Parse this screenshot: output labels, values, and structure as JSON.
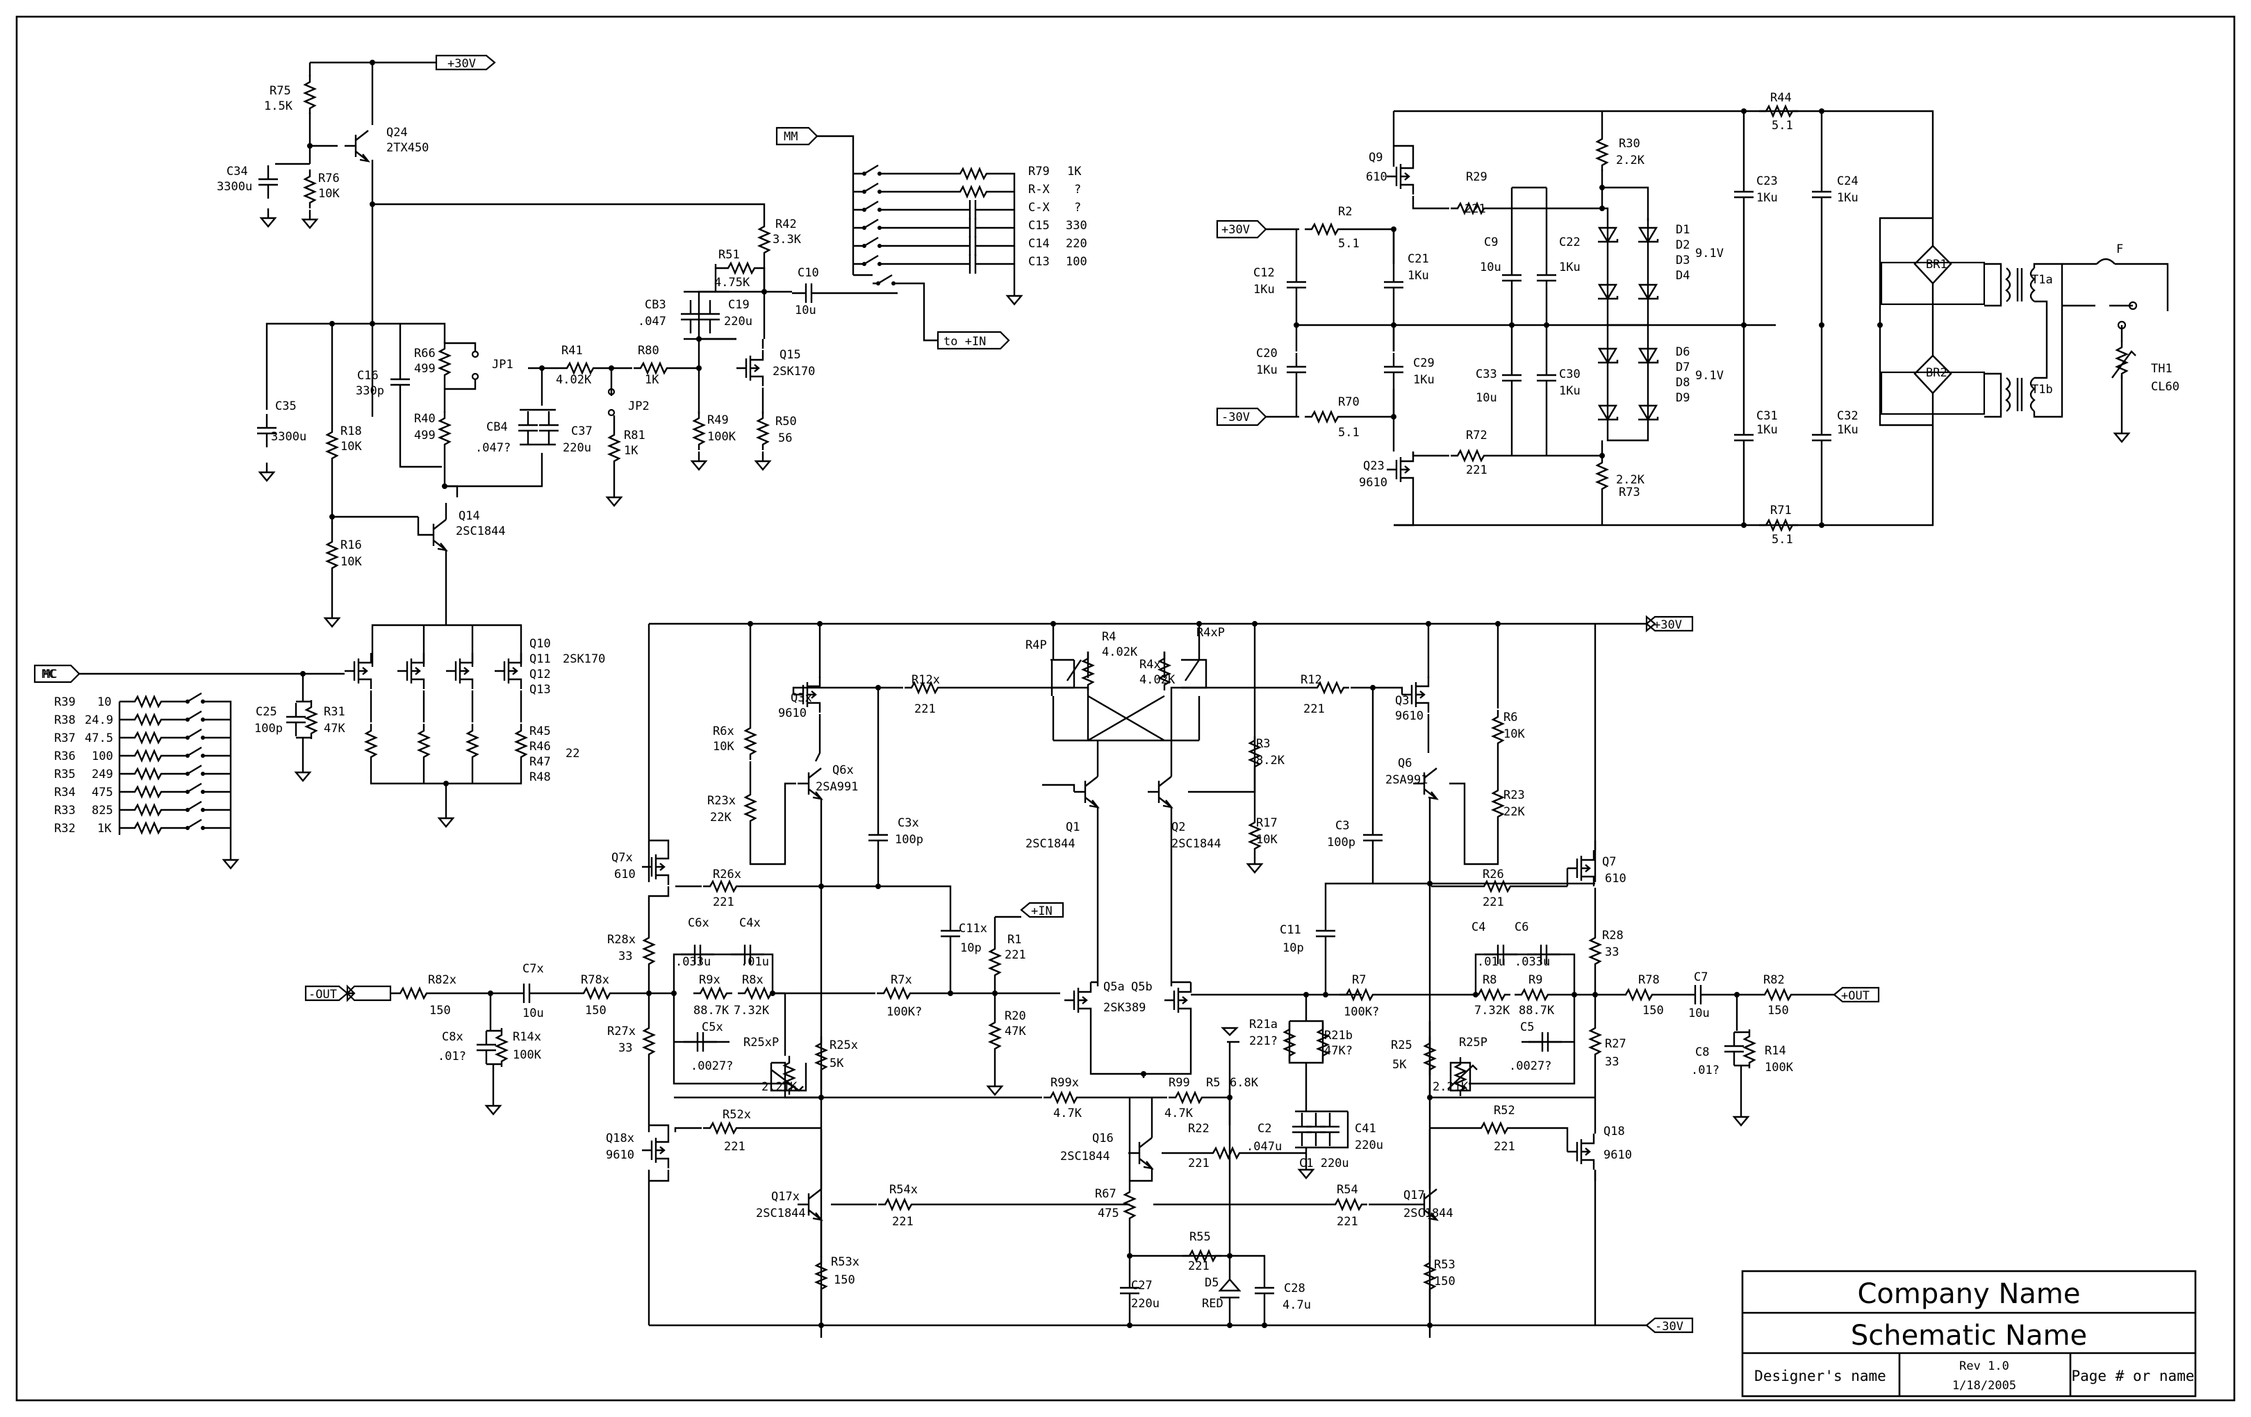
{
  "title_block": {
    "company": "Company Name",
    "schematic": "Schematic Name",
    "designer": "Designer's name",
    "rev": "Rev 1.0",
    "date": "1/18/2005",
    "page": "Page # or name"
  },
  "ports": {
    "p30_top": "+30V",
    "mm": "MM",
    "to_in": "to +IN",
    "mc": "MC",
    "p30_ps": "+30V",
    "n30_ps": "-30V",
    "p30_amp": "+30V",
    "n30_amp": "-30V",
    "in_amp": "+IN",
    "out_neg": "-OUT",
    "out_pos": "+OUT"
  },
  "labels": [
    [
      "R75",
      388,
      136
    ],
    [
      "1.5K",
      380,
      158
    ],
    [
      "Q24",
      556,
      196
    ],
    [
      "2TX450",
      556,
      218
    ],
    [
      "C34",
      326,
      252
    ],
    [
      "3300u",
      312,
      274
    ],
    [
      "R76",
      458,
      262
    ],
    [
      "10K",
      458,
      284
    ],
    [
      "R42",
      1116,
      328
    ],
    [
      "3.3K",
      1112,
      350
    ],
    [
      "R51",
      1034,
      372
    ],
    [
      "4.75K",
      1028,
      412
    ],
    [
      "C10",
      1148,
      398
    ],
    [
      "10u",
      1144,
      452
    ],
    [
      "CB3",
      928,
      444
    ],
    [
      ".047",
      918,
      468
    ],
    [
      "C19",
      1048,
      444
    ],
    [
      "220u",
      1042,
      468
    ],
    [
      "R79",
      1480,
      252
    ],
    [
      "1K",
      1536,
      252
    ],
    [
      "R-X",
      1480,
      278
    ],
    [
      "?",
      1546,
      278
    ],
    [
      "C-X",
      1480,
      304
    ],
    [
      "?",
      1546,
      304
    ],
    [
      "C15",
      1480,
      330
    ],
    [
      "330",
      1534,
      330
    ],
    [
      "C14",
      1480,
      356
    ],
    [
      "220",
      1534,
      356
    ],
    [
      "C13",
      1480,
      382
    ],
    [
      "100",
      1534,
      382
    ],
    [
      "C16",
      514,
      546
    ],
    [
      "330p",
      512,
      568
    ],
    [
      "R66",
      596,
      514
    ],
    [
      "499",
      596,
      536
    ],
    [
      "JP1",
      708,
      530
    ],
    [
      "R41",
      808,
      510
    ],
    [
      "4.02K",
      800,
      552
    ],
    [
      "R80",
      918,
      510
    ],
    [
      "1K",
      928,
      552
    ],
    [
      "JP2",
      904,
      590
    ],
    [
      "R81",
      898,
      632
    ],
    [
      "1K",
      898,
      654
    ],
    [
      "C35",
      396,
      590
    ],
    [
      "3300u",
      390,
      634
    ],
    [
      "R18",
      490,
      626
    ],
    [
      "10K",
      490,
      648
    ],
    [
      "R40",
      596,
      608
    ],
    [
      "499",
      596,
      632
    ],
    [
      "CB4",
      700,
      620
    ],
    [
      ".047?",
      684,
      650
    ],
    [
      "C37",
      822,
      626
    ],
    [
      "220u",
      810,
      650
    ],
    [
      "R49",
      1018,
      610
    ],
    [
      "100K",
      1018,
      634
    ],
    [
      "Q15",
      1122,
      516
    ],
    [
      "2SK170",
      1112,
      540
    ],
    [
      "R50",
      1116,
      612
    ],
    [
      "56",
      1120,
      636
    ],
    [
      "Q14",
      660,
      748
    ],
    [
      "2SC1844",
      656,
      770
    ],
    [
      "R16",
      490,
      790
    ],
    [
      "10K",
      490,
      814
    ],
    [
      "MC",
      62,
      976
    ],
    [
      "Q10",
      762,
      932
    ],
    [
      "Q11",
      762,
      954
    ],
    [
      "Q12",
      762,
      976
    ],
    [
      "Q13",
      762,
      998
    ],
    [
      "2SK170",
      810,
      954
    ],
    [
      "C25",
      368,
      1030
    ],
    [
      "100p",
      366,
      1054
    ],
    [
      "R31",
      466,
      1030
    ],
    [
      "47K",
      466,
      1054
    ],
    [
      "R45",
      762,
      1058
    ],
    [
      "R46",
      762,
      1080
    ],
    [
      "R47",
      762,
      1102
    ],
    [
      "R48",
      762,
      1124
    ],
    [
      "22",
      814,
      1090
    ],
    [
      "R39",
      78,
      1016
    ],
    [
      "10",
      140,
      1016
    ],
    [
      "R38",
      78,
      1042
    ],
    [
      "24.9",
      122,
      1042
    ],
    [
      "R37",
      78,
      1068
    ],
    [
      "47.5",
      122,
      1068
    ],
    [
      "R36",
      78,
      1094
    ],
    [
      "100",
      132,
      1094
    ],
    [
      "R35",
      78,
      1120
    ],
    [
      "249",
      132,
      1120
    ],
    [
      "R34",
      78,
      1146
    ],
    [
      "475",
      132,
      1146
    ],
    [
      "R33",
      78,
      1172
    ],
    [
      "825",
      132,
      1172
    ],
    [
      "R32",
      78,
      1198
    ],
    [
      "1K",
      140,
      1198
    ],
    [
      "R44",
      2548,
      146
    ],
    [
      "5.1",
      2550,
      186
    ],
    [
      "Q9",
      1970,
      232
    ],
    [
      "610",
      1966,
      260
    ],
    [
      "R29",
      2110,
      260
    ],
    [
      "221",
      2108,
      306
    ],
    [
      "R30",
      2330,
      212
    ],
    [
      "2.2K",
      2326,
      236
    ],
    [
      "C23",
      2528,
      266
    ],
    [
      "1Ku",
      2528,
      290
    ],
    [
      "C24",
      2644,
      266
    ],
    [
      "1Ku",
      2644,
      290
    ],
    [
      "R2",
      1926,
      310
    ],
    [
      "5.1",
      1926,
      356
    ],
    [
      "C21",
      2026,
      378
    ],
    [
      "1Ku",
      2026,
      402
    ],
    [
      "C9",
      2136,
      354
    ],
    [
      "10u",
      2130,
      390
    ],
    [
      "C22",
      2244,
      354
    ],
    [
      "1Ku",
      2244,
      390
    ],
    [
      "D1",
      2412,
      336
    ],
    [
      "D2",
      2412,
      358
    ],
    [
      "D3",
      2412,
      380
    ],
    [
      "D4",
      2412,
      402
    ],
    [
      "9.1V",
      2440,
      370
    ],
    [
      "C12",
      1804,
      398
    ],
    [
      "1Ku",
      1804,
      422
    ],
    [
      "BR1",
      2772,
      386
    ],
    [
      "T1a",
      2924,
      408
    ],
    [
      "F",
      3046,
      364
    ],
    [
      "C20",
      1808,
      514
    ],
    [
      "1Ku",
      1808,
      538
    ],
    [
      "C29",
      2034,
      528
    ],
    [
      "1Ku",
      2034,
      552
    ],
    [
      "C33",
      2124,
      544
    ],
    [
      "10u",
      2124,
      578
    ],
    [
      "C30",
      2244,
      544
    ],
    [
      "1Ku",
      2244,
      568
    ],
    [
      "D6",
      2412,
      512
    ],
    [
      "D7",
      2412,
      534
    ],
    [
      "D8",
      2412,
      556
    ],
    [
      "D9",
      2412,
      578
    ],
    [
      "9.1V",
      2440,
      546
    ],
    [
      "BR2",
      2772,
      542
    ],
    [
      "T1b",
      2924,
      566
    ],
    [
      "TH1",
      3096,
      536
    ],
    [
      "CL60",
      3096,
      562
    ],
    [
      "R70",
      1926,
      584
    ],
    [
      "5.1",
      1926,
      628
    ],
    [
      "C31",
      2528,
      604
    ],
    [
      "1Ku",
      2528,
      624
    ],
    [
      "C32",
      2644,
      604
    ],
    [
      "1Ku",
      2644,
      624
    ],
    [
      "Q23",
      1962,
      676
    ],
    [
      "9610",
      1956,
      700
    ],
    [
      "R72",
      2110,
      632
    ],
    [
      "221",
      2110,
      682
    ],
    [
      "2.2K",
      2326,
      696
    ],
    [
      "R73",
      2330,
      714
    ],
    [
      "R71",
      2548,
      740
    ],
    [
      "5.1",
      2550,
      782
    ],
    [
      "R4P",
      1476,
      934
    ],
    [
      "R4",
      1586,
      922
    ],
    [
      "4.02K",
      1586,
      944
    ],
    [
      "R4xP",
      1722,
      916
    ],
    [
      "R4x",
      1640,
      962
    ],
    [
      "4.02K",
      1640,
      984
    ],
    [
      "R12x",
      1312,
      984
    ],
    [
      "221",
      1316,
      1026
    ],
    [
      "R12",
      1872,
      984
    ],
    [
      "221",
      1876,
      1026
    ],
    [
      "Q3x",
      1138,
      1010
    ],
    [
      "9610",
      1120,
      1032
    ],
    [
      "Q3",
      2008,
      1014
    ],
    [
      "9610",
      2008,
      1036
    ],
    [
      "R6x",
      1026,
      1058
    ],
    [
      "10K",
      1026,
      1080
    ],
    [
      "R6",
      2164,
      1038
    ],
    [
      "10K",
      2164,
      1062
    ],
    [
      "Q6x",
      1198,
      1114
    ],
    [
      "2SA991",
      1174,
      1138
    ],
    [
      "Q6",
      2012,
      1104
    ],
    [
      "2SA991",
      1994,
      1128
    ],
    [
      "R3",
      1808,
      1076
    ],
    [
      "8.2K",
      1808,
      1100
    ],
    [
      "R23x",
      1018,
      1158
    ],
    [
      "22K",
      1022,
      1182
    ],
    [
      "R23",
      2164,
      1150
    ],
    [
      "22K",
      2164,
      1174
    ],
    [
      "Q1",
      1534,
      1196
    ],
    [
      "2SC1844",
      1476,
      1220
    ],
    [
      "Q2",
      1686,
      1196
    ],
    [
      "2SC1844",
      1686,
      1220
    ],
    [
      "R17",
      1808,
      1190
    ],
    [
      "10K",
      1808,
      1214
    ],
    [
      "C3x",
      1292,
      1190
    ],
    [
      "100p",
      1288,
      1214
    ],
    [
      "C3",
      1922,
      1194
    ],
    [
      "100p",
      1910,
      1218
    ],
    [
      "Q7x",
      880,
      1240
    ],
    [
      "610",
      884,
      1264
    ],
    [
      "Q7",
      2306,
      1246
    ],
    [
      "610",
      2310,
      1270
    ],
    [
      "R26x",
      1026,
      1264
    ],
    [
      "221",
      1026,
      1304
    ],
    [
      "R26",
      2134,
      1264
    ],
    [
      "221",
      2134,
      1304
    ],
    [
      "C6x",
      990,
      1334
    ],
    [
      ".033u",
      972,
      1390
    ],
    [
      "C4x",
      1064,
      1334
    ],
    [
      ".01u",
      1066,
      1390
    ],
    [
      "C4",
      2118,
      1340
    ],
    [
      ".01u",
      2126,
      1390
    ],
    [
      "C6",
      2180,
      1340
    ],
    [
      ".033u",
      2180,
      1390
    ],
    [
      "R28x",
      874,
      1358
    ],
    [
      "33",
      890,
      1382
    ],
    [
      "R28",
      2306,
      1352
    ],
    [
      "33",
      2310,
      1376
    ],
    [
      "C11x",
      1380,
      1342
    ],
    [
      "10p",
      1382,
      1370
    ],
    [
      "R1",
      1450,
      1358
    ],
    [
      "221",
      1446,
      1380
    ],
    [
      "C11",
      1842,
      1344
    ],
    [
      "10p",
      1846,
      1370
    ],
    [
      "R82x",
      616,
      1416
    ],
    [
      "150",
      618,
      1460
    ],
    [
      "C7x",
      752,
      1400
    ],
    [
      "10u",
      752,
      1464
    ],
    [
      "R78x",
      836,
      1416
    ],
    [
      "150",
      842,
      1460
    ],
    [
      "R9x",
      1006,
      1416
    ],
    [
      "88.7K",
      998,
      1460
    ],
    [
      "R8x",
      1068,
      1416
    ],
    [
      "7.32K",
      1056,
      1460
    ],
    [
      "R7x",
      1282,
      1416
    ],
    [
      "100K?",
      1276,
      1462
    ],
    [
      "Q5a",
      1588,
      1426
    ],
    [
      "Q5b",
      1628,
      1426
    ],
    [
      "2SK389",
      1588,
      1456
    ],
    [
      "R7",
      1946,
      1416
    ],
    [
      "100K?",
      1934,
      1462
    ],
    [
      "R8",
      2134,
      1416
    ],
    [
      "7.32K",
      2122,
      1460
    ],
    [
      "R9",
      2200,
      1416
    ],
    [
      "88.7K",
      2186,
      1460
    ],
    [
      "R78",
      2358,
      1416
    ],
    [
      "150",
      2364,
      1460
    ],
    [
      "C7",
      2438,
      1412
    ],
    [
      "10u",
      2430,
      1464
    ],
    [
      "R82",
      2538,
      1416
    ],
    [
      "150",
      2544,
      1460
    ],
    [
      "R20",
      1446,
      1468
    ],
    [
      "47K",
      1446,
      1490
    ],
    [
      "R27x",
      874,
      1490
    ],
    [
      "33",
      890,
      1514
    ],
    [
      "C5x",
      1010,
      1484
    ],
    [
      ".0027?",
      994,
      1540
    ],
    [
      "C8x",
      636,
      1498
    ],
    [
      ".01?",
      630,
      1526
    ],
    [
      "R14x",
      738,
      1498
    ],
    [
      "100K",
      738,
      1524
    ],
    [
      "R25xP",
      1070,
      1506
    ],
    [
      "2.21K",
      1096,
      1570
    ],
    [
      "R25x",
      1194,
      1510
    ],
    [
      "5K",
      1194,
      1536
    ],
    [
      "R21a",
      1798,
      1480
    ],
    [
      "221?",
      1798,
      1504
    ],
    [
      "R21b",
      1906,
      1496
    ],
    [
      "47K?",
      1906,
      1518
    ],
    [
      "R25",
      2002,
      1510
    ],
    [
      "5K",
      2004,
      1538
    ],
    [
      "R25P",
      2100,
      1506
    ],
    [
      "2.21K",
      2062,
      1570
    ],
    [
      "C5",
      2188,
      1484
    ],
    [
      ".0027?",
      2172,
      1540
    ],
    [
      "R27",
      2310,
      1508
    ],
    [
      "33",
      2310,
      1534
    ],
    [
      "C8",
      2440,
      1520
    ],
    [
      ".01?",
      2434,
      1546
    ],
    [
      "R14",
      2540,
      1518
    ],
    [
      "100K",
      2540,
      1542
    ],
    [
      "R99x",
      1512,
      1564
    ],
    [
      "4.7K",
      1516,
      1608
    ],
    [
      "R99",
      1682,
      1564
    ],
    [
      "4.7K",
      1676,
      1608
    ],
    [
      "R5",
      1736,
      1564
    ],
    [
      "6.8K",
      1770,
      1564
    ],
    [
      "R52x",
      1040,
      1610
    ],
    [
      "221",
      1042,
      1656
    ],
    [
      "R52",
      2150,
      1604
    ],
    [
      "221",
      2150,
      1656
    ],
    [
      "R22",
      1710,
      1630
    ],
    [
      "221",
      1710,
      1680
    ],
    [
      "Q16",
      1572,
      1644
    ],
    [
      "2SC1844",
      1526,
      1670
    ],
    [
      "C2",
      1810,
      1630
    ],
    [
      ".047u",
      1794,
      1656
    ],
    [
      "C41",
      1950,
      1630
    ],
    [
      "220u",
      1950,
      1654
    ],
    [
      "C1 220u",
      1870,
      1680
    ],
    [
      "Q18x",
      872,
      1644
    ],
    [
      "9610",
      872,
      1668
    ],
    [
      "Q18",
      2308,
      1634
    ],
    [
      "9610",
      2308,
      1668
    ],
    [
      "Q17x",
      1110,
      1728
    ],
    [
      "2SC1844",
      1088,
      1752
    ],
    [
      "R54x",
      1280,
      1718
    ],
    [
      "221",
      1284,
      1764
    ],
    [
      "R67",
      1576,
      1724
    ],
    [
      "475",
      1580,
      1752
    ],
    [
      "R54",
      1924,
      1718
    ],
    [
      "221",
      1924,
      1764
    ],
    [
      "Q17",
      2020,
      1726
    ],
    [
      "2SC1844",
      2020,
      1752
    ],
    [
      "R55",
      1712,
      1786
    ],
    [
      "221",
      1710,
      1828
    ],
    [
      "R53x",
      1196,
      1822
    ],
    [
      "150",
      1200,
      1848
    ],
    [
      "R53",
      2064,
      1826
    ],
    [
      "150",
      2064,
      1850
    ],
    [
      "C27",
      1628,
      1856
    ],
    [
      "220u",
      1628,
      1882
    ],
    [
      "D5",
      1734,
      1852
    ],
    [
      "RED",
      1730,
      1882
    ],
    [
      "C28",
      1848,
      1860
    ],
    [
      "4.7u",
      1846,
      1884
    ]
  ]
}
